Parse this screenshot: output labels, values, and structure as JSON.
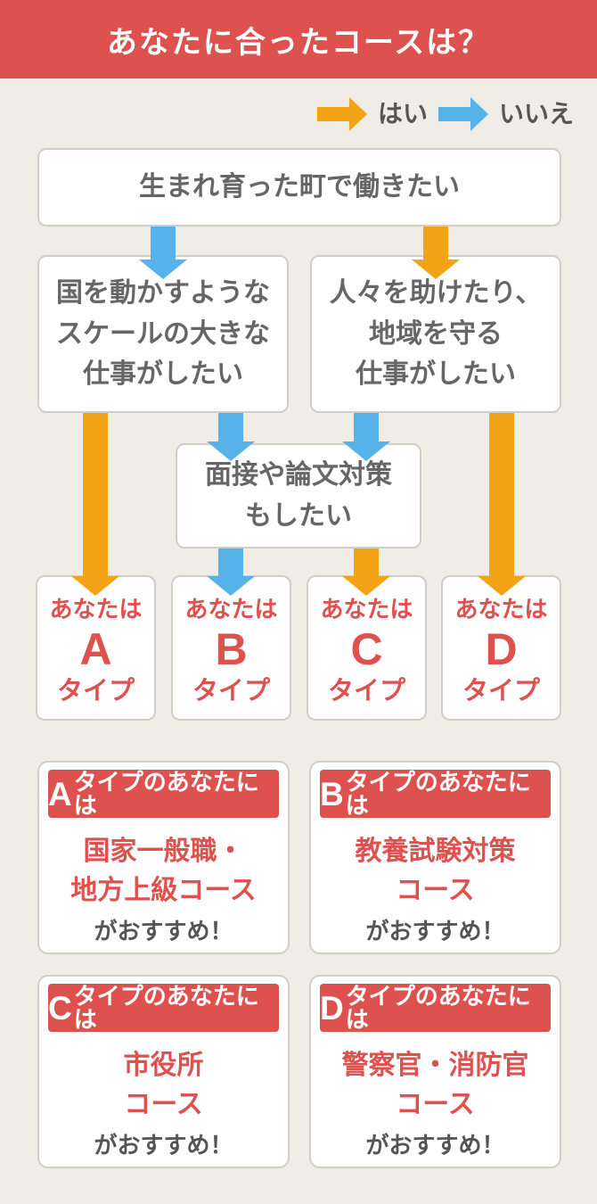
{
  "header": {
    "title": "あなたに合ったコースは？"
  },
  "legend": {
    "yes_label": "はい",
    "no_label": "いいえ"
  },
  "flow": {
    "root": {
      "text": "生まれ育った町で働きたい"
    },
    "left": {
      "lines": [
        "国を動かすような",
        "スケールの大きな",
        "仕事がしたい"
      ]
    },
    "right": {
      "lines": [
        "人々を助けたり、",
        "地域を守る",
        "仕事がしたい"
      ]
    },
    "middle": {
      "lines": [
        "面接や論文対策",
        "もしたい"
      ]
    },
    "results": [
      {
        "prefix": "あなたは",
        "letter": "A",
        "suffix": "タイプ"
      },
      {
        "prefix": "あなたは",
        "letter": "B",
        "suffix": "タイプ"
      },
      {
        "prefix": "あなたは",
        "letter": "C",
        "suffix": "タイプ"
      },
      {
        "prefix": "あなたは",
        "letter": "D",
        "suffix": "タイプ"
      }
    ]
  },
  "cards": [
    {
      "letter": "A",
      "header_rest": "タイプのあなたには",
      "course_lines": [
        "国家一般職・",
        "地方上級コース"
      ],
      "note": "がおすすめ！"
    },
    {
      "letter": "B",
      "header_rest": "タイプのあなたには",
      "course_lines": [
        "教養試験対策",
        "コース"
      ],
      "note": "がおすすめ！"
    },
    {
      "letter": "C",
      "header_rest": "タイプのあなたには",
      "course_lines": [
        "市役所",
        "コース"
      ],
      "note": "がおすすめ！"
    },
    {
      "letter": "D",
      "header_rest": "タイプのあなたには",
      "course_lines": [
        "警察官・消防官",
        "コース"
      ],
      "note": "がおすすめ！"
    }
  ],
  "colors": {
    "red": "#dd524f",
    "orange": "#f2a316",
    "blue": "#57b2ea",
    "background": "#efede5",
    "border": "#d0cec6",
    "text_dark": "#666666",
    "text_gray": "#555555"
  }
}
